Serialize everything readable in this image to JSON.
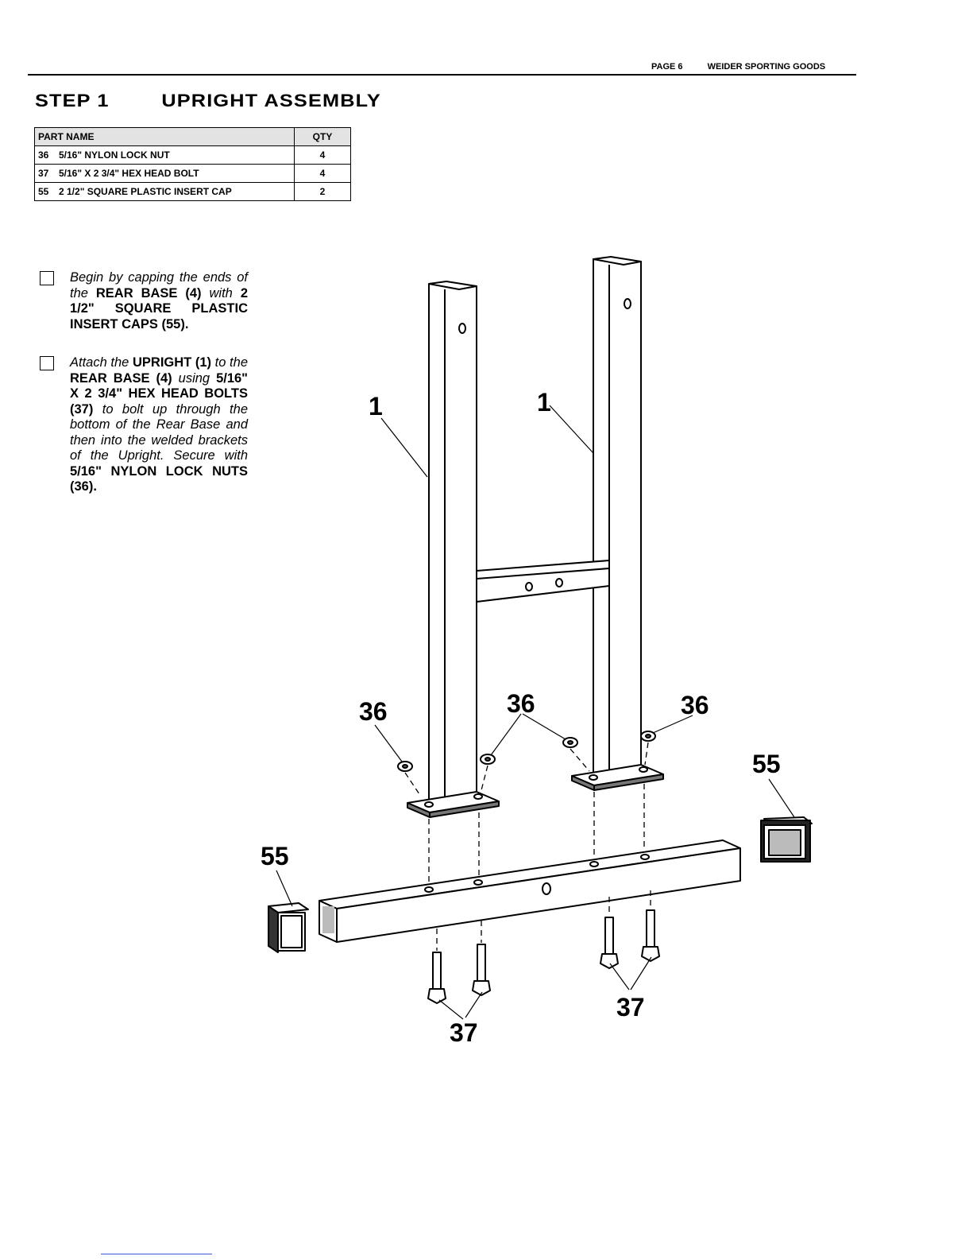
{
  "header": {
    "page_label": "PAGE 6",
    "publisher": "WEIDER SPORTING GOODS"
  },
  "step": {
    "number": "STEP 1",
    "title": "UPRIGHT ASSEMBLY"
  },
  "parts_table": {
    "col_name": "PART NAME",
    "col_qty": "QTY",
    "rows": [
      {
        "no": "36",
        "name": "5/16\" NYLON LOCK NUT",
        "qty": "4"
      },
      {
        "no": "37",
        "name": "5/16\" X 2 3/4\" HEX HEAD BOLT",
        "qty": "4"
      },
      {
        "no": "55",
        "name": "2 1/2\" SQUARE PLASTIC INSERT CAP",
        "qty": "2"
      }
    ]
  },
  "instructions": [
    {
      "t1": "Begin by capping the ends of the ",
      "b1": "REAR BASE (4)",
      "t2": " with ",
      "b2": "2 1/2\" SQUARE PLASTIC INSERT CAPS (55).",
      "t3": "",
      "b3": ""
    },
    {
      "t1": "Attach the ",
      "b1": "UPRIGHT (1)",
      "t2": " to the ",
      "b2": "REAR BASE (4)",
      "t3": " using ",
      "b3": "5/16\" X 2 3/4\" HEX HEAD BOLTS (37)",
      "t4": " to bolt up through the bottom of the Rear Base and then into the welded brackets of the Upright. Secure with ",
      "b4": "5/16\" NYLON LOCK NUTS (36)."
    }
  ],
  "callouts": {
    "upright_left": "1",
    "upright_right": "1",
    "nut_left": "36",
    "nut_center": "36",
    "nut_right": "36",
    "cap_left": "55",
    "cap_right": "55",
    "bolt_left": "37",
    "bolt_right": "37"
  }
}
